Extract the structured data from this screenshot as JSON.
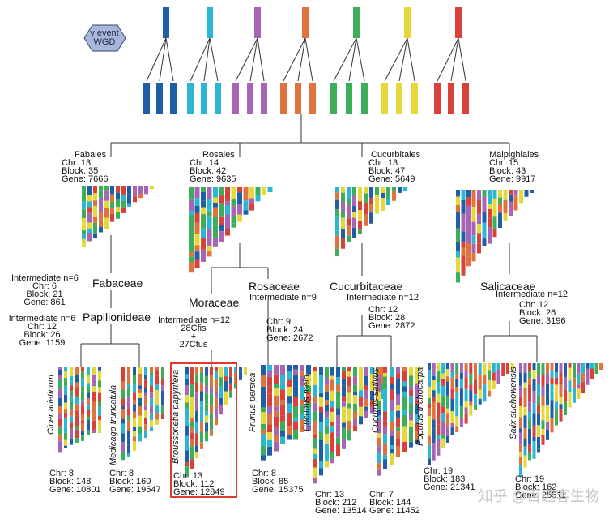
{
  "event_label": [
    "γ event",
    "WGD"
  ],
  "palette": [
    "#1f5fa6",
    "#2bb7d3",
    "#a865b5",
    "#e0733d",
    "#3cae5a",
    "#e5d83a",
    "#d9423b"
  ],
  "orders": [
    {
      "name": "Fabales",
      "chr": "Chr: 13",
      "block": "Block: 35",
      "gene": "Gene: 7666"
    },
    {
      "name": "Rosales",
      "chr": "Chr: 14",
      "block": "Block: 42",
      "gene": "Gene: 9635"
    },
    {
      "name": "Cucurbitales",
      "chr": "Chr: 13",
      "block": "Block: 47",
      "gene": "Gene: 5649"
    },
    {
      "name": "Malpighiales",
      "chr": "Chr: 15",
      "block": "Block: 43",
      "gene": "Gene: 9917"
    }
  ],
  "families": {
    "fabaceae": "Fabaceae",
    "papilionideae": "Papilionideae",
    "moraceae": "Moraceae",
    "rosaceae": "Rosaceae",
    "cucurbitaceae": "Cucurbitaceae",
    "salicaceae": "Salicaceae"
  },
  "intermediates": {
    "fab_a": [
      "Intermediate n=6",
      "Chr: 6",
      "Block: 21",
      "Gene: 861"
    ],
    "fab_b": [
      "Intermediate n=6",
      "Chr: 12",
      "Block: 26",
      "Gene: 1159"
    ],
    "mor": [
      "Intermediate n=12",
      "28Cfis",
      "+",
      "27Cfus"
    ],
    "ros": [
      "Intermediate n=9",
      "Chr: 9",
      "Block: 24",
      "Gene: 2672"
    ],
    "cuc": [
      "Intermediate n=12",
      "Chr: 12",
      "Block: 28",
      "Gene: 2872"
    ],
    "sal": [
      "Intermediate n=12",
      "Chr: 12",
      "Block: 26",
      "Gene: 3196"
    ]
  },
  "species": [
    {
      "name": "Cicer arietinum",
      "chr": "Chr: 8",
      "block": "Block: 148",
      "gene": "Gene: 10801"
    },
    {
      "name": "Medicago truncatula",
      "chr": "Chr: 8",
      "block": "Block: 160",
      "gene": "Gene: 19547"
    },
    {
      "name": "Broussonetia papyrifera",
      "chr": "Chr: 13",
      "block": "Block: 112",
      "gene": "Gene: 12849"
    },
    {
      "name": "Prunus persica",
      "chr": "Chr: 8",
      "block": "Block: 85",
      "gene": "Gene: 15375"
    },
    {
      "name": "Cucumis melo",
      "chr": "Chr: 13",
      "block": "Block: 212",
      "gene": "Gene: 13514"
    },
    {
      "name": "Cucumis sativus",
      "chr": "Chr: 7",
      "block": "Block: 144",
      "gene": "Gene: 11452"
    },
    {
      "name": "Populus trichocarpa",
      "chr": "Chr: 19",
      "block": "Block: 183",
      "gene": "Gene: 21341"
    },
    {
      "name": "Salix suchowensis",
      "chr": "Chr: 19",
      "block": "Block: 162",
      "gene": "Gene: 25511"
    }
  ],
  "watermark": "知乎 @百迈客生物"
}
